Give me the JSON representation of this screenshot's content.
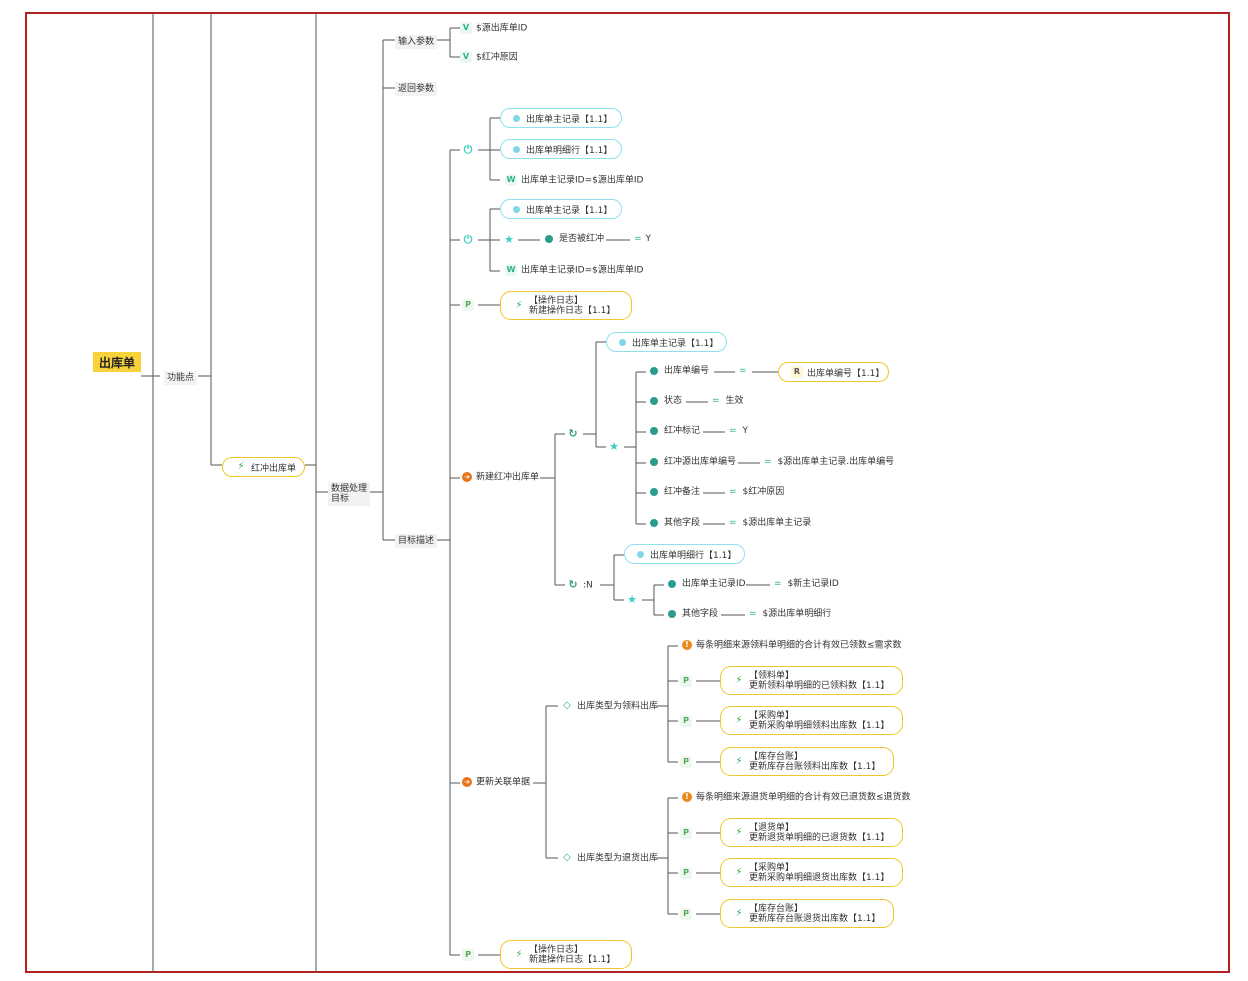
{
  "root": "出库单",
  "l1": "功能点",
  "feature": "红冲出库单",
  "l3": "数据处理\n目标",
  "params": {
    "input": "输入参数",
    "input_items": [
      "$源出库单ID",
      "$红冲原因"
    ],
    "return": "返回参数"
  },
  "target": "目标描述",
  "block1": {
    "pills": [
      "出库单主记录【1.1】",
      "出库单明细行【1.1】"
    ],
    "where": "出库单主记录ID=$源出库单ID"
  },
  "block2": {
    "pill": "出库单主记录【1.1】",
    "field": "是否被红冲",
    "eq": "=",
    "value": "Y",
    "where": "出库单主记录ID=$源出库单ID"
  },
  "log1": {
    "line1": "【操作日志】",
    "line2": "新建操作日志【1.1】"
  },
  "new_red": {
    "title": "新建红冲出库单",
    "main_pill": "出库单主记录【1.1】",
    "fields": [
      {
        "name": "出库单编号",
        "value": "出库单编号【1.1】"
      },
      {
        "name": "状态",
        "value": "生效"
      },
      {
        "name": "红冲标记",
        "value": "Y"
      },
      {
        "name": "红冲源出库单编号",
        "value": "$源出库单主记录.出库单编号"
      },
      {
        "name": "红冲备注",
        "value": "$红冲原因"
      },
      {
        "name": "其他字段",
        "value": "$源出库单主记录"
      }
    ],
    "detail_label": ":N",
    "detail_pill": "出库单明细行【1.1】",
    "detail_fields": [
      {
        "name": "出库单主记录ID",
        "value": "$新主记录ID"
      },
      {
        "name": "其他字段",
        "value": "$源出库单明细行"
      }
    ]
  },
  "update": {
    "title": "更新关联单据",
    "case1": {
      "label": "出库类型为领料出库",
      "warn": "每条明细来源领料单明细的合计有效已领数≤需求数",
      "actions": [
        {
          "line1": "【领料单】",
          "line2": "更新领料单明细的已领料数【1.1】"
        },
        {
          "line1": "【采购单】",
          "line2": "更新采购单明细领料出库数【1.1】"
        },
        {
          "line1": "【库存台账】",
          "line2": "更新库存台账领料出库数【1.1】"
        }
      ]
    },
    "case2": {
      "label": "出库类型为退货出库",
      "warn": "每条明细来源退货单明细的合计有效已退货数≤退货数",
      "actions": [
        {
          "line1": "【退货单】",
          "line2": "更新退货单明细的已退货数【1.1】"
        },
        {
          "line1": "【采购单】",
          "line2": "更新采购单明细退货出库数【1.1】"
        },
        {
          "line1": "【库存台账】",
          "line2": "更新库存台账退货出库数【1.1】"
        }
      ]
    }
  },
  "log2": {
    "line1": "【操作日志】",
    "line2": "新建操作日志【1.1】"
  },
  "icons": {
    "v": "V",
    "w": "W",
    "p": "P",
    "r": "R",
    "star": "★",
    "power": "⏻",
    "cycle": "↻",
    "lightning": "⚡",
    "warn": "!",
    "arrow": "➔",
    "diamond": "◇"
  },
  "colors": {
    "frame": "#b22222",
    "root": "#f7d23a",
    "cyan": "#8fe1ee",
    "yellow": "#f2c62a",
    "teal": "#2a9c8c"
  }
}
